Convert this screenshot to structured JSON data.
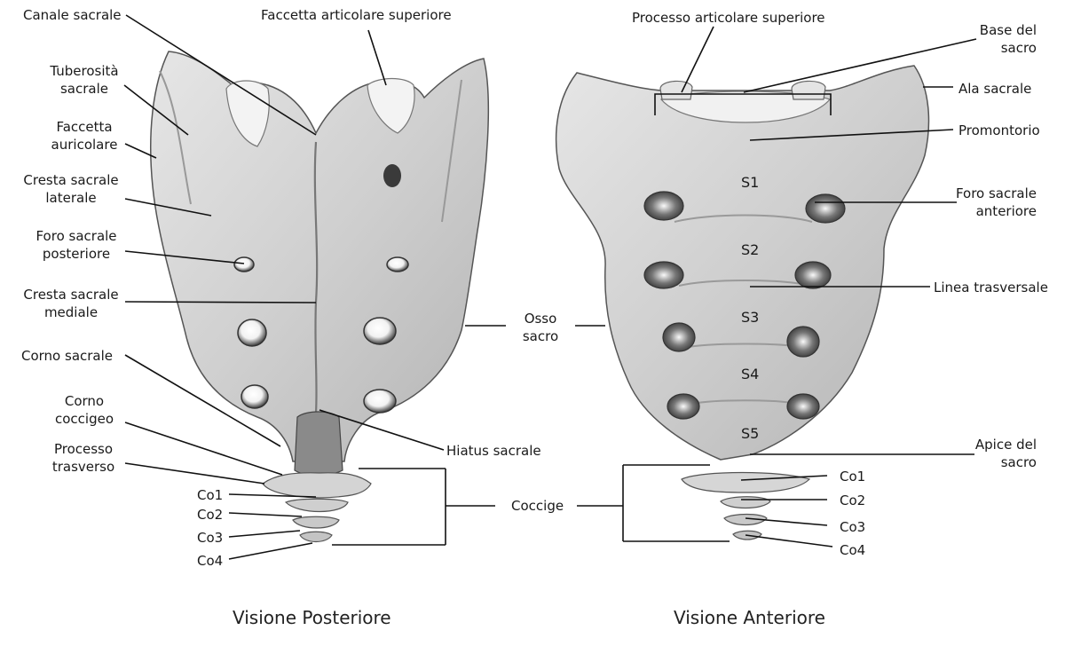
{
  "posterior": {
    "caption": "Visione Posteriore",
    "labels": {
      "canale_sacrale": "Canale sacrale",
      "faccetta_articolare_superiore": "Faccetta articolare superiore",
      "tuberosita_sacrale": "Tuberosità\nsacrale",
      "faccetta_auricolare": "Faccetta\nauricolare",
      "cresta_sacrale_laterale": "Cresta sacrale\nlaterale",
      "foro_sacrale_posteriore": "Foro sacrale\nposteriore",
      "cresta_sacrale_mediale": "Cresta sacrale\nmediale",
      "corno_sacrale": "Corno sacrale",
      "corno_coccigeo": "Corno\ncoccigeo",
      "processo_trasverso": "Processo\ntrasverso",
      "co1": "Co1",
      "co2": "Co2",
      "co3": "Co3",
      "co4": "Co4",
      "hiatus_sacrale": "Hiatus sacrale"
    }
  },
  "shared": {
    "osso_sacro": "Osso\nsacro",
    "coccige": "Coccige"
  },
  "anterior": {
    "caption": "Visione Anteriore",
    "labels": {
      "processo_articolare_superiore": "Processo articolare superiore",
      "base_del_sacro": "Base del\nsacro",
      "ala_sacrale": "Ala sacrale",
      "promontorio": "Promontorio",
      "foro_sacrale_anteriore": "Foro sacrale\nanteriore",
      "linea_trasversale": "Linea trasversale",
      "apice_del_sacro": "Apice del\nsacro",
      "co1": "Co1",
      "co2": "Co2",
      "co3": "Co3",
      "co4": "Co4"
    },
    "segments": [
      "S1",
      "S2",
      "S3",
      "S4",
      "S5"
    ]
  }
}
